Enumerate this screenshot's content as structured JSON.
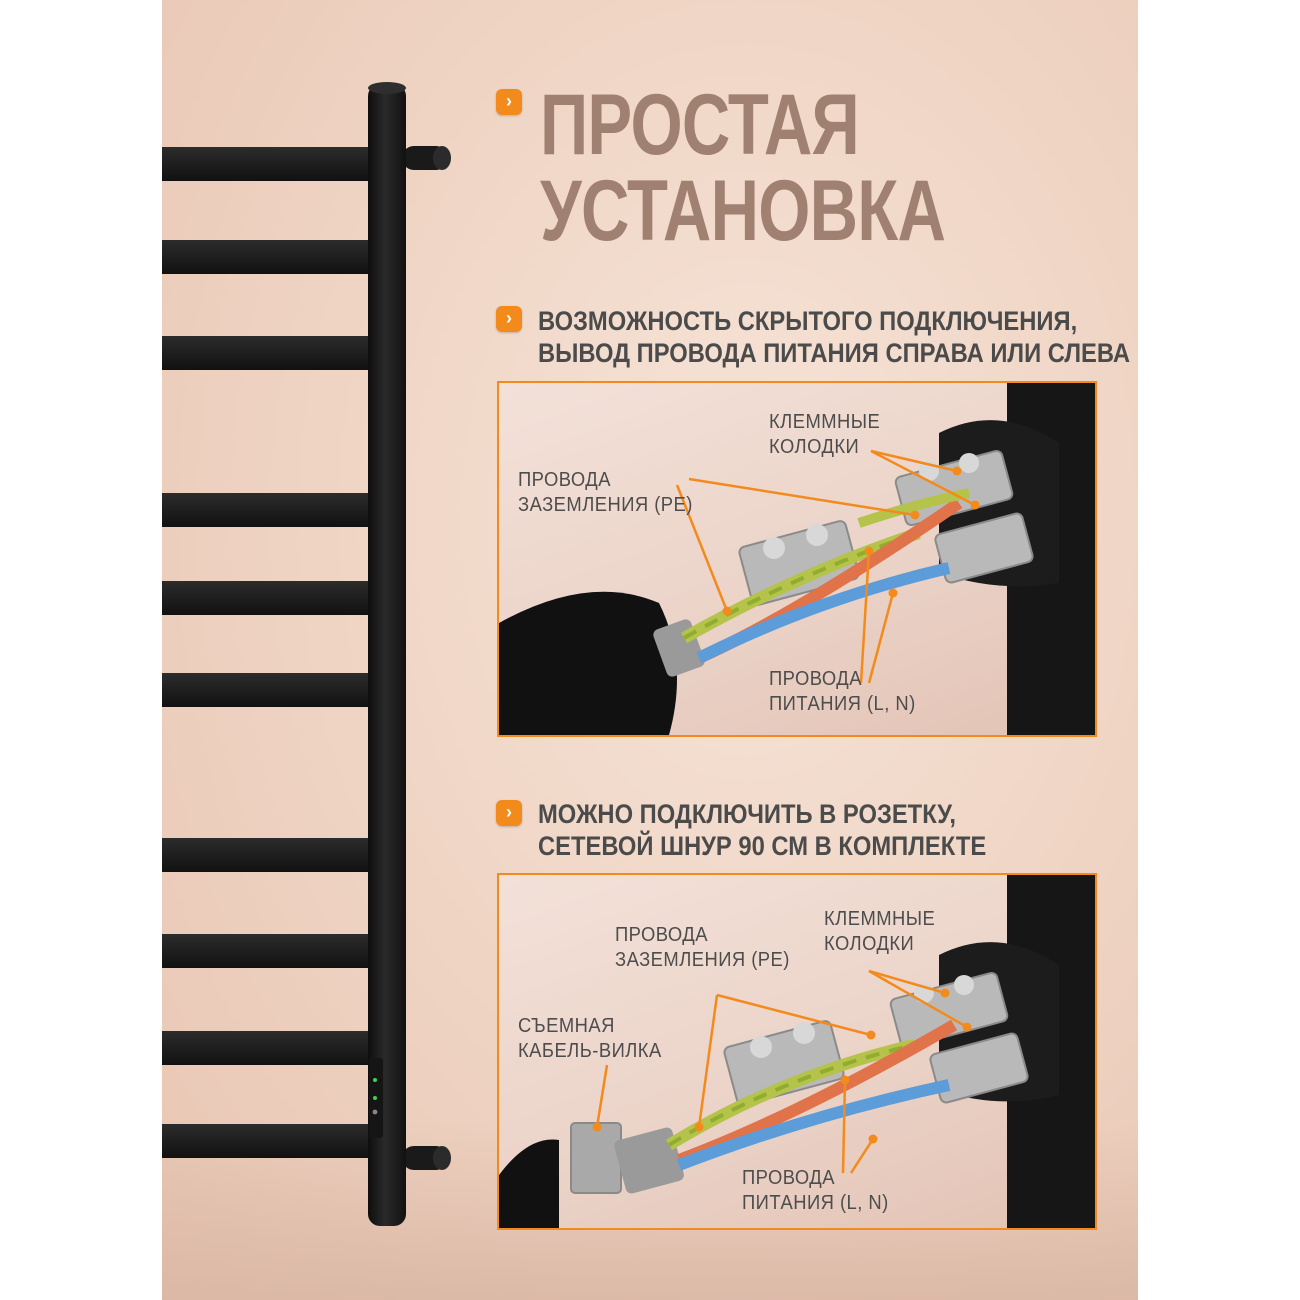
{
  "title": {
    "line1": "ПРОСТАЯ",
    "line2": "УСТАНОВКА"
  },
  "features": [
    {
      "line1": "ВОЗМОЖНОСТЬ СКРЫТОГО ПОДКЛЮЧЕНИЯ,",
      "line2": "ВЫВОД ПРОВОДА ПИТАНИЯ СПРАВА ИЛИ СЛЕВА"
    },
    {
      "line1": "МОЖНО ПОДКЛЮЧИТЬ В РОЗЕТКУ,",
      "line2": "СЕТЕВОЙ ШНУР 90 СМ В КОМПЛЕКТЕ"
    }
  ],
  "diagram1": {
    "terminal_blocks": {
      "line1": "КЛЕММНЫЕ",
      "line2": "КОЛОДКИ"
    },
    "ground_wires": {
      "line1": "ПРОВОДА",
      "line2": "ЗАЗЕМЛЕНИЯ (PE)"
    },
    "power_wires": {
      "line1": "ПРОВОДА",
      "line2": "ПИТАНИЯ (L, N)"
    }
  },
  "diagram2": {
    "ground_wires": {
      "line1": "ПРОВОДА",
      "line2": "ЗАЗЕМЛЕНИЯ (PE)"
    },
    "terminal_blocks": {
      "line1": "КЛЕММНЫЕ",
      "line2": "КОЛОДКИ"
    },
    "plug_cable": {
      "line1": "СЪЕМНАЯ",
      "line2": "КАБЕЛЬ-ВИЛКА"
    },
    "power_wires": {
      "line1": "ПРОВОДА",
      "line2": "ПИТАНИЯ (L, N)"
    }
  },
  "colors": {
    "accent": "#f38a1c",
    "title": "#a08070",
    "text": "#4b4b4b",
    "product": "#1c1c1c"
  },
  "icons": {
    "bullet": "chevron-right-icon"
  }
}
